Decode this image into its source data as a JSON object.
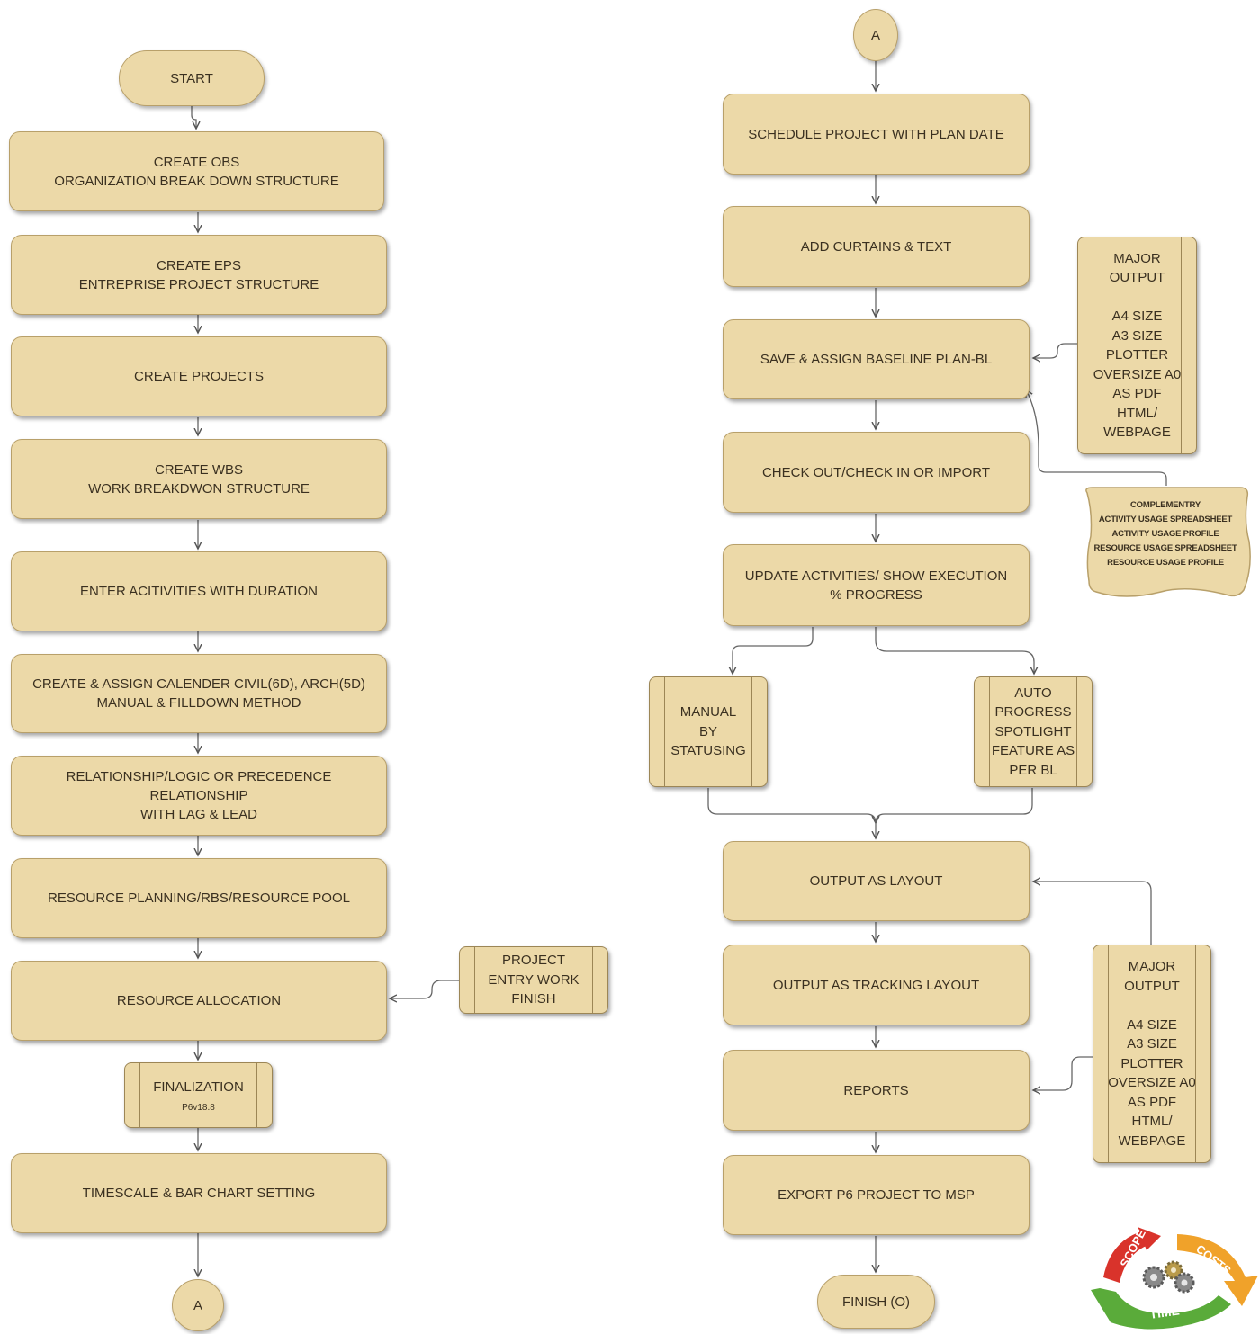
{
  "left": {
    "start": "START",
    "steps": [
      "CREATE OBS\nORGANIZATION BREAK DOWN STRUCTURE",
      "CREATE EPS\nENTREPRISE PROJECT STRUCTURE",
      "CREATE PROJECTS",
      "CREATE WBS\nWORK BREAKDWON STRUCTURE",
      "ENTER ACITIVITIES WITH DURATION",
      "CREATE & ASSIGN CALENDER CIVIL(6D), ARCH(5D)\nMANUAL & FILLDOWN METHOD",
      "RELATIONSHIP/LOGIC OR PRECEDENCE\nRELATIONSHIP\nWITH LAG & LEAD",
      "RESOURCE PLANNING/RBS/RESOURCE POOL",
      "RESOURCE ALLOCATION"
    ],
    "project_entry": "PROJECT\nENTRY WORK\nFINISH",
    "finalization": "FINALIZATION",
    "finalization_version": "P6v18.8",
    "timescale": "TIMESCALE & BAR CHART SETTING",
    "connector_end": "A"
  },
  "right": {
    "connector_start": "A",
    "steps": [
      "SCHEDULE PROJECT WITH PLAN DATE",
      "ADD CURTAINS & TEXT",
      "SAVE & ASSIGN BASELINE PLAN-BL",
      "CHECK OUT/CHECK IN OR IMPORT",
      "UPDATE ACTIVITIES/ SHOW EXECUTION\n% PROGRESS"
    ],
    "major_output_top": "MAJOR\nOUTPUT\n\nA4 SIZE\nA3 SIZE\nPLOTTER\nOVERSIZE A0\nAS PDF\nHTML/\nWEBPAGE",
    "complementary": "COMPLEMENTRY\nACTIVITY USAGE SPREADSHEET\nACTIVITY USAGE PROFILE\nRESOURCE USAGE SPREADSHEET\nRESOURCE USAGE PROFILE",
    "manual": "MANUAL\nBY\nSTATUSING",
    "auto": "AUTO\nPROGRESS\nSPOTLIGHT\nFEATURE AS\nPER BL",
    "steps_bottom": [
      "OUTPUT AS LAYOUT",
      "OUTPUT AS TRACKING LAYOUT",
      "REPORTS",
      "EXPORT P6 PROJECT TO MSP"
    ],
    "major_output_bottom": "MAJOR\nOUTPUT\n\nA4 SIZE\nA3 SIZE\nPLOTTER\nOVERSIZE A0\nAS PDF\nHTML/\nWEBPAGE",
    "finish": "FINISH (O)"
  },
  "logo": {
    "scope": "SCOPE",
    "costs": "COSTS",
    "time": "TIME"
  },
  "colors": {
    "box_fill": "#ecd9a8",
    "box_border": "#b8a06a",
    "line": "#555555"
  }
}
